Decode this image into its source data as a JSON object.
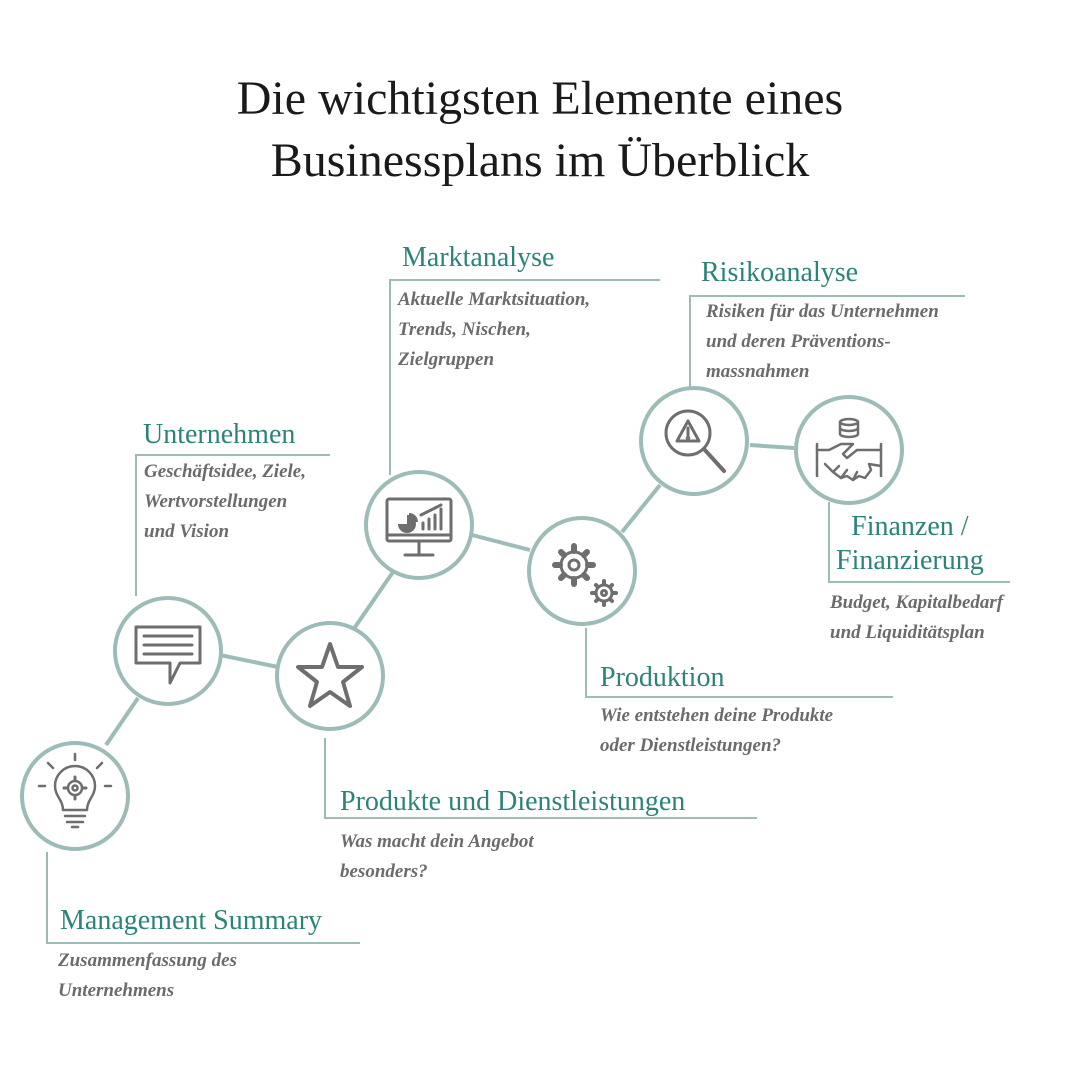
{
  "title": {
    "line1": "Die wichtigsten Elemente eines",
    "line2": "Businessplans im Überblick"
  },
  "colors": {
    "accent": "#2c8378",
    "ring": "#9dbcb7",
    "icon": "#6e6e6e",
    "text": "#6b6b6b"
  },
  "steps": [
    {
      "icon": "lightbulb-gear-icon",
      "heading": [
        "Management Summary"
      ],
      "description": [
        "Zusammenfassung des",
        "Unternehmens"
      ]
    },
    {
      "icon": "speech-bubble-icon",
      "heading": [
        "Unternehmen"
      ],
      "description": [
        "Geschäftsidee, Ziele,",
        "Wertvorstellungen",
        "und Vision"
      ]
    },
    {
      "icon": "star-icon",
      "heading": [
        "Produkte und Dienstleistungen"
      ],
      "description": [
        "Was macht dein Angebot",
        "besonders?"
      ]
    },
    {
      "icon": "monitor-chart-icon",
      "heading": [
        "Marktanalyse"
      ],
      "description": [
        "Aktuelle Marktsituation,",
        "Trends, Nischen,",
        "Zielgruppen"
      ]
    },
    {
      "icon": "gears-icon",
      "heading": [
        "Produktion"
      ],
      "description": [
        "Wie entstehen deine Produkte",
        "oder Dienstleistungen?"
      ]
    },
    {
      "icon": "magnifier-warning-icon",
      "heading": [
        "Risikoanalyse"
      ],
      "description": [
        "Risiken für das Unternehmen",
        "und deren Präventions-",
        "massnahmen"
      ]
    },
    {
      "icon": "handshake-coins-icon",
      "heading": [
        "Finanzen /",
        "Finanzierung"
      ],
      "description": [
        "Budget, Kapitalbedarf",
        "und Liquiditätsplan"
      ]
    }
  ]
}
